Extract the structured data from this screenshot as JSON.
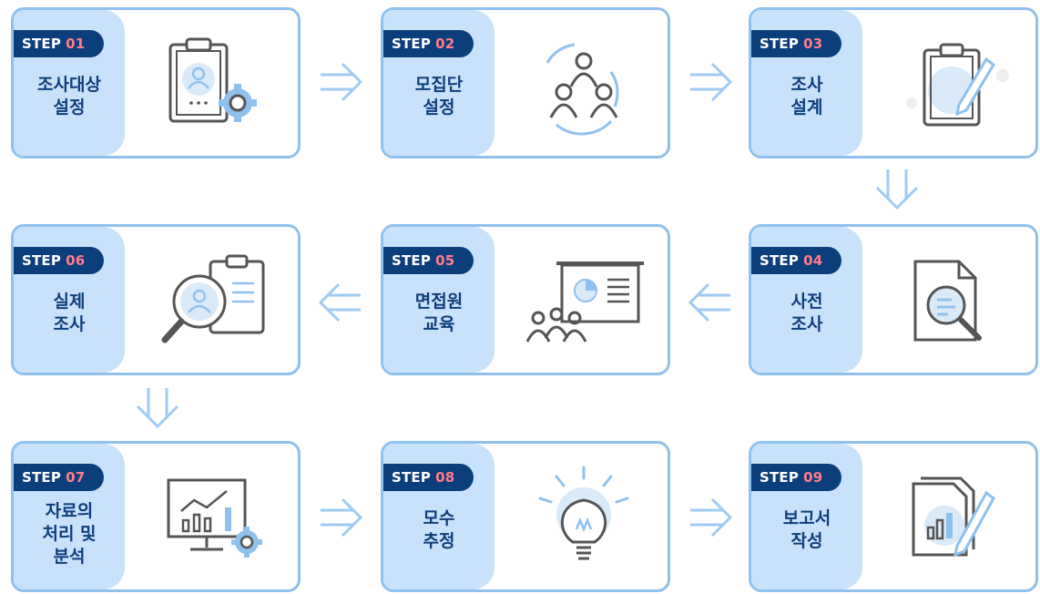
{
  "steps": [
    {
      "prefix": "STEP",
      "num": "01",
      "title": [
        "조사대상",
        "설정"
      ],
      "icon": "clipboard-person-gear-icon"
    },
    {
      "prefix": "STEP",
      "num": "02",
      "title": [
        "모집단",
        "설정"
      ],
      "icon": "group-cycle-icon"
    },
    {
      "prefix": "STEP",
      "num": "03",
      "title": [
        "조사",
        "설계"
      ],
      "icon": "clipboard-pencil-icon"
    },
    {
      "prefix": "STEP",
      "num": "04",
      "title": [
        "사전",
        "조사"
      ],
      "icon": "document-magnifier-icon"
    },
    {
      "prefix": "STEP",
      "num": "05",
      "title": [
        "면접원",
        "교육"
      ],
      "icon": "presentation-audience-icon"
    },
    {
      "prefix": "STEP",
      "num": "06",
      "title": [
        "실제",
        "조사"
      ],
      "icon": "magnifier-clipboard-icon"
    },
    {
      "prefix": "STEP",
      "num": "07",
      "title": [
        "자료의",
        "처리 및",
        "분석"
      ],
      "icon": "monitor-chart-gear-icon"
    },
    {
      "prefix": "STEP",
      "num": "08",
      "title": [
        "모수",
        "추정"
      ],
      "icon": "lightbulb-icon"
    },
    {
      "prefix": "STEP",
      "num": "09",
      "title": [
        "보고서",
        "작성"
      ],
      "icon": "report-chart-pencil-icon"
    }
  ],
  "colors": {
    "border": "#8fc1ee",
    "panel": "#c9e2fb",
    "badge": "#0d3e7c",
    "number": "#ff7d8a",
    "title": "#0d3e7c",
    "arrow": "#9fcbf3"
  }
}
